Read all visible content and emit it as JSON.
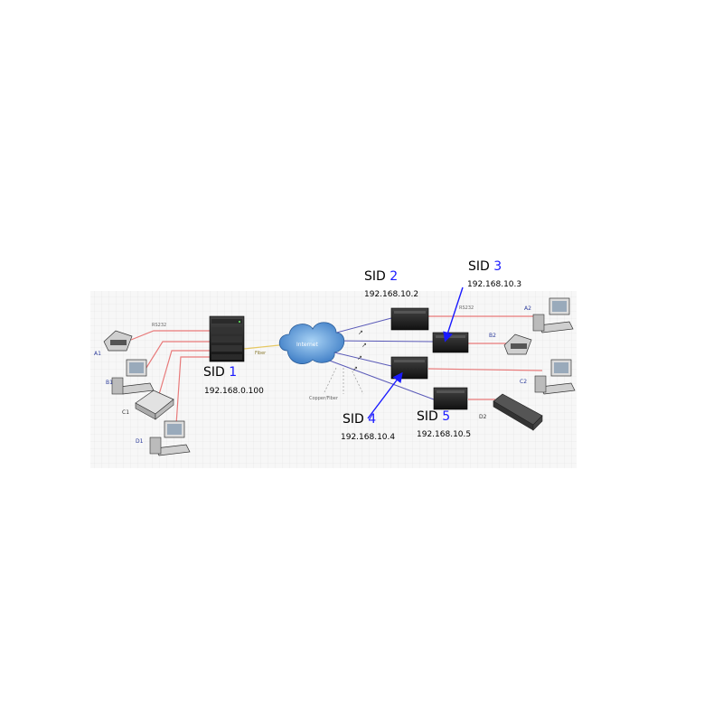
{
  "switches": [
    {
      "sid_prefix": "SID",
      "sid_number": "1",
      "ip": "192.168.0.100"
    },
    {
      "sid_prefix": "SID",
      "sid_number": "2",
      "ip": "192.168.10.2"
    },
    {
      "sid_prefix": "SID",
      "sid_number": "3",
      "ip": "192.168.10.3"
    },
    {
      "sid_prefix": "SID",
      "sid_number": "4",
      "ip": "192.168.10.4"
    },
    {
      "sid_prefix": "SID",
      "sid_number": "5",
      "ip": "192.168.10.5"
    }
  ],
  "cloud_label": "Internet",
  "link_labels": {
    "fiber": "Fiber",
    "rs232_left": "RS232",
    "rs232_right": "RS232",
    "copper_fiber": "Copper/Fiber"
  },
  "device_labels": {
    "a1": "A1",
    "b1": "B1",
    "c1": "C1",
    "d1": "D1",
    "a2": "A2",
    "b2": "B2",
    "c2": "C2",
    "d2": "D2"
  },
  "colors": {
    "rs232_link": "#e87a7a",
    "fiber_link": "#5a5ab8",
    "annotation_arrow": "#1a1aff",
    "sid_number": "#1a1aff",
    "cloud": "#5b9bd5",
    "grid_background": "#f4f4f4"
  }
}
